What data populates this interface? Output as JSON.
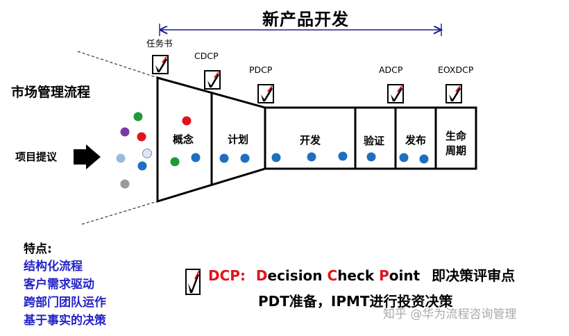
{
  "title": "新产品开发",
  "section_label": "市场管理流程",
  "proposal_label": "项目提议",
  "checkpoints": [
    "任务书",
    "CDCP",
    "PDCP",
    "ADCP",
    "EOXDCP"
  ],
  "stages": [
    "概念",
    "计划",
    "开发",
    "验证",
    "发布",
    "生命",
    "周期"
  ],
  "features": {
    "heading": "特点:",
    "items": [
      "结构化流程",
      "客户需求驱动",
      "跨部门团队运作",
      "基于事实的决策"
    ]
  },
  "dcp": {
    "abbr": "DCP:",
    "d_initial": "D",
    "d_rest": "ecision ",
    "c_initial": "C",
    "c_rest": "heck ",
    "p_initial": "P",
    "p_rest": "oint",
    "meaning": "即决策评审点",
    "line2": "PDT准备，IPMT进行投资决策"
  },
  "watermark": "知乎 @华为流程咨询管理",
  "colors": {
    "feature_text": "#2323c8",
    "dcp_red": "#e3131b",
    "dot_blue": "#1f6fc0",
    "dot_green": "#1e9a3a",
    "dot_red": "#e3131b",
    "dot_purple": "#7a3aa6",
    "dot_lightblue": "#9ab8e0",
    "dot_gray": "#9a9a9a"
  }
}
